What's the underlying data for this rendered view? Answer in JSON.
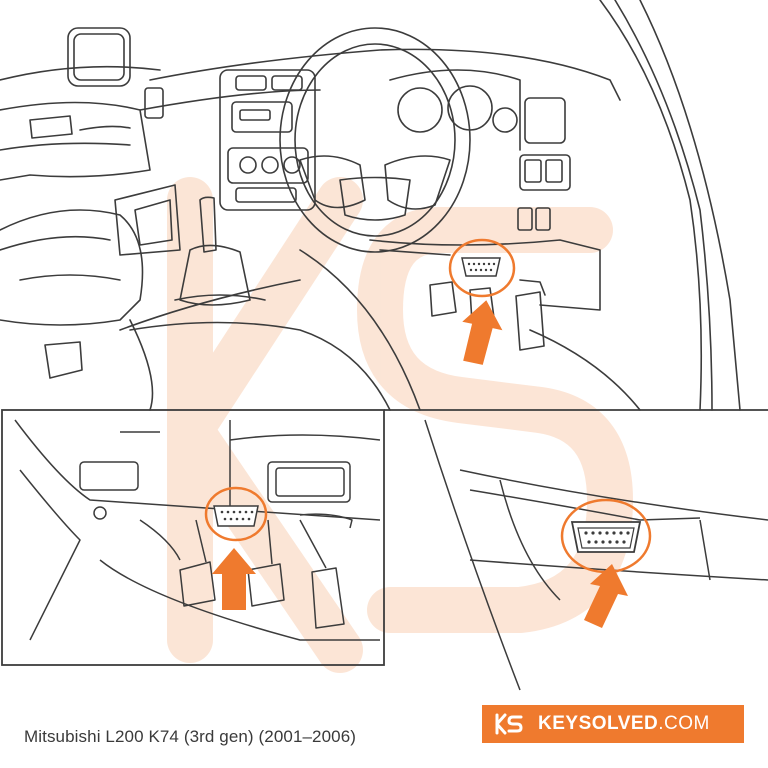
{
  "caption": "Mitsubishi L200 K74 (3rd gen) (2001–2006)",
  "brand": {
    "name_bold": "KEYSOLVED",
    "name_suffix": ".COM",
    "color": "#ef7a2e"
  },
  "colors": {
    "accent": "#ef7a2e",
    "line": "#3c3c3c",
    "watermark": "#fbe3d4"
  },
  "icons": {
    "arrow": "up-arrow-icon",
    "port": "obd-port-icon",
    "logo": "ks-logo-icon"
  }
}
